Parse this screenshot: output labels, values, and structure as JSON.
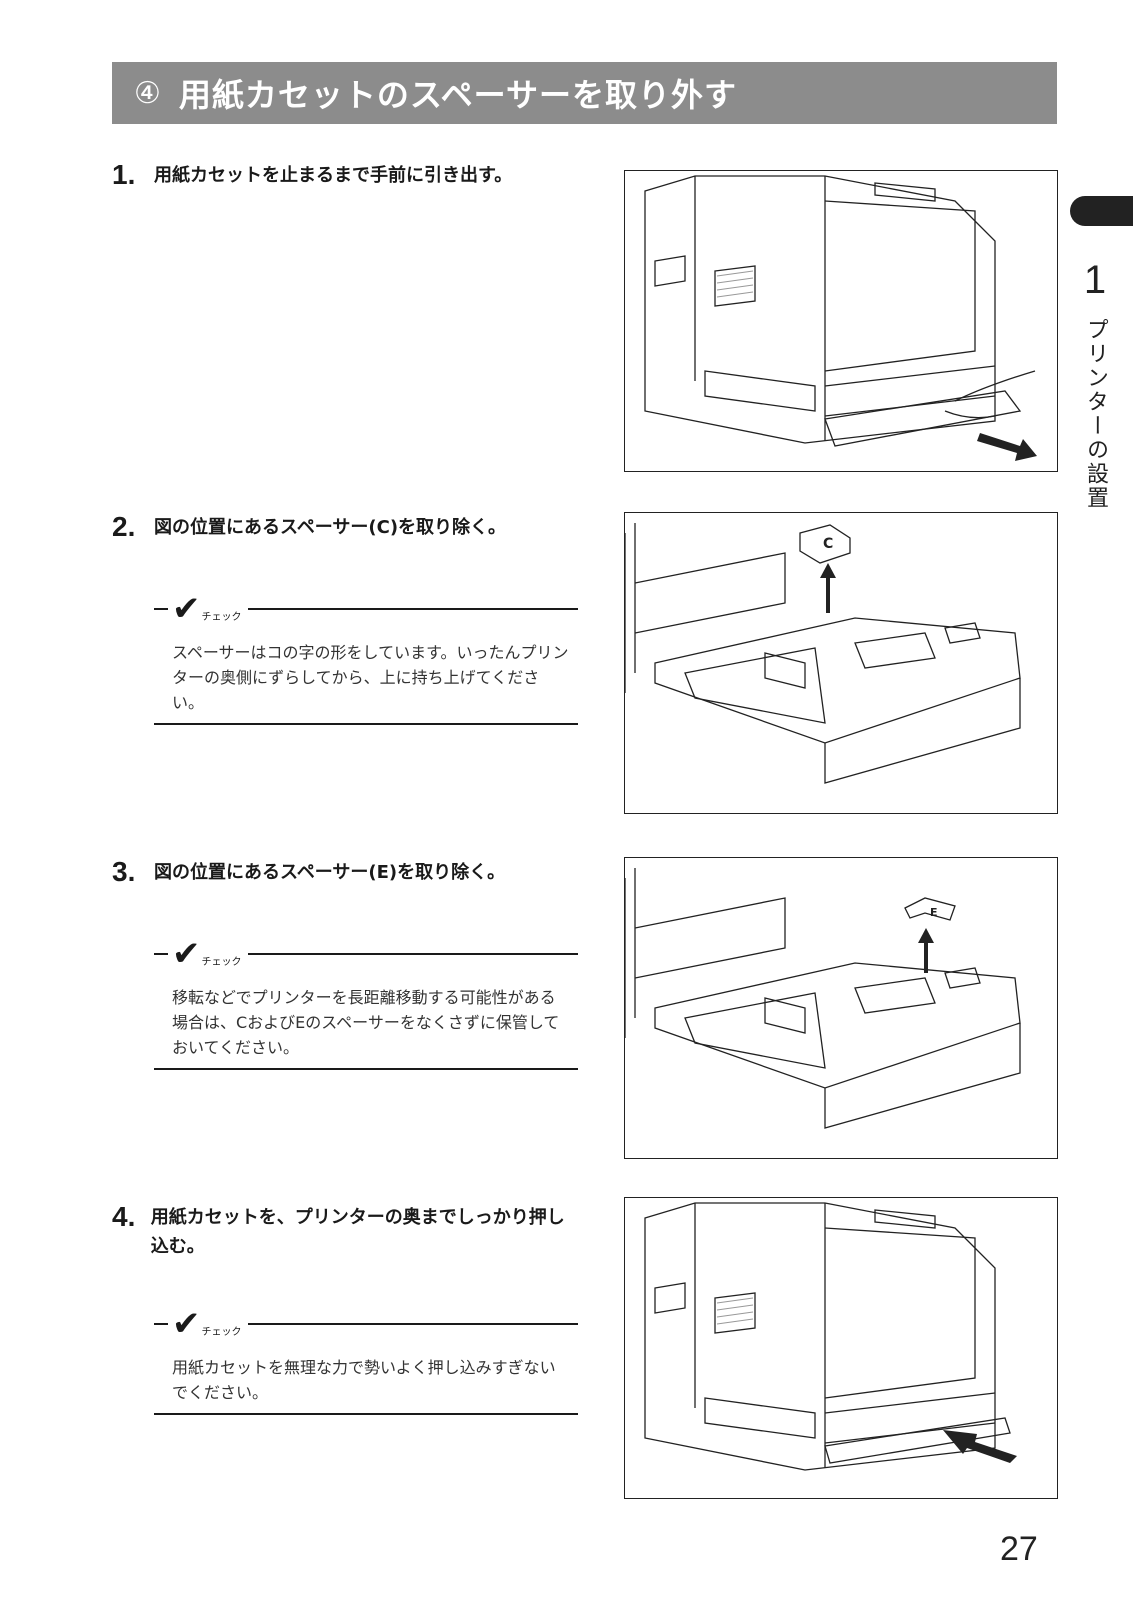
{
  "section": {
    "number": "④",
    "title": "用紙カセットのスペーサーを取り外す"
  },
  "steps": [
    {
      "number": "1.",
      "text": "用紙カセットを止まるまで手前に引き出す。"
    },
    {
      "number": "2.",
      "text": "図の位置にあるスペーサー(C)を取り除く。",
      "check": {
        "label": "チェック",
        "text": "スペーサーはコの字の形をしています。いったんプリンターの奥側にずらしてから、上に持ち上げてください。"
      }
    },
    {
      "number": "3.",
      "text": "図の位置にあるスペーサー(E)を取り除く。",
      "check": {
        "label": "チェック",
        "text": "移転などでプリンターを長距離移動する可能性がある場合は、CおよびEのスペーサーをなくさずに保管しておいてください。"
      }
    },
    {
      "number": "4.",
      "text": "用紙カセットを、プリンターの奥までしっかり押し込む。",
      "check": {
        "label": "チェック",
        "text": "用紙カセットを無理な力で勢いよく押し込みすぎないでください。"
      }
    }
  ],
  "side": {
    "chapter": "1",
    "title": "プリンターの設置"
  },
  "figure_labels": {
    "spacer_c": "C",
    "spacer_e": "E"
  },
  "page_number": "27"
}
